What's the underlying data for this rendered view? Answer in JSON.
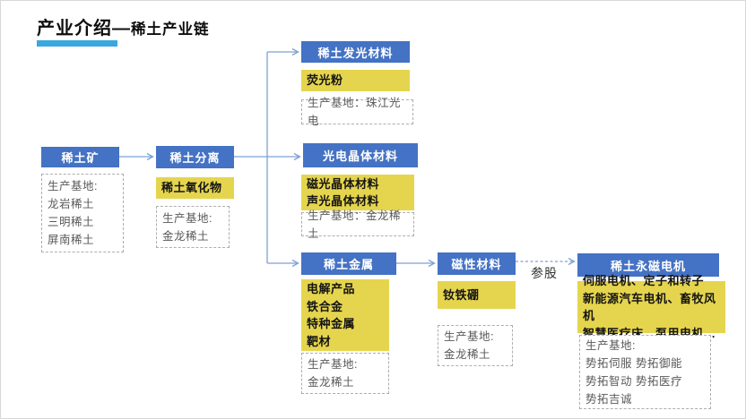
{
  "title": {
    "primary": "产业介绍—",
    "secondary": "稀土产业链"
  },
  "colors": {
    "header_blue": "#4472C4",
    "product_yellow": "#E5D54E",
    "connector_blue": "#7DA1D4",
    "title_underline": "#3BA7DF"
  },
  "edge_label": "参股",
  "nodes": {
    "mine": {
      "header": "稀土矿",
      "base_lines": [
        "生产基地:",
        "龙岩稀土",
        "三明稀土",
        "屏南稀土"
      ]
    },
    "separation": {
      "header": "稀土分离",
      "products": [
        "稀土氧化物"
      ],
      "base_lines": [
        "生产基地:",
        "金龙稀土"
      ]
    },
    "luminescent": {
      "header": "稀土发光材料",
      "products": [
        "荧光粉"
      ],
      "base_lines": [
        "生产基地：珠江光电"
      ]
    },
    "crystal": {
      "header": "光电晶体材料",
      "products": [
        "磁光晶体材料",
        "声光晶体材料"
      ],
      "base_lines": [
        "生产基地：金龙稀土"
      ]
    },
    "metal": {
      "header": "稀土金属",
      "products": [
        "电解产品",
        "铁合金",
        "特种金属",
        "靶材"
      ],
      "base_lines": [
        "生产基地:",
        "金龙稀土"
      ]
    },
    "magnetic": {
      "header": "磁性材料",
      "products": [
        "钕铁硼"
      ],
      "base_lines": [
        "生产基地:",
        "金龙稀土"
      ]
    },
    "motor": {
      "header": "稀土永磁电机",
      "products": [
        "伺服电机、定子和转子",
        "新能源汽车电机、畜牧风机",
        "智慧医疗床、泵用电机…"
      ],
      "base_lines": [
        "生产基地:",
        "势拓伺服 势拓御能",
        "势拓智动 势拓医疗",
        "势拓吉诚"
      ]
    }
  }
}
